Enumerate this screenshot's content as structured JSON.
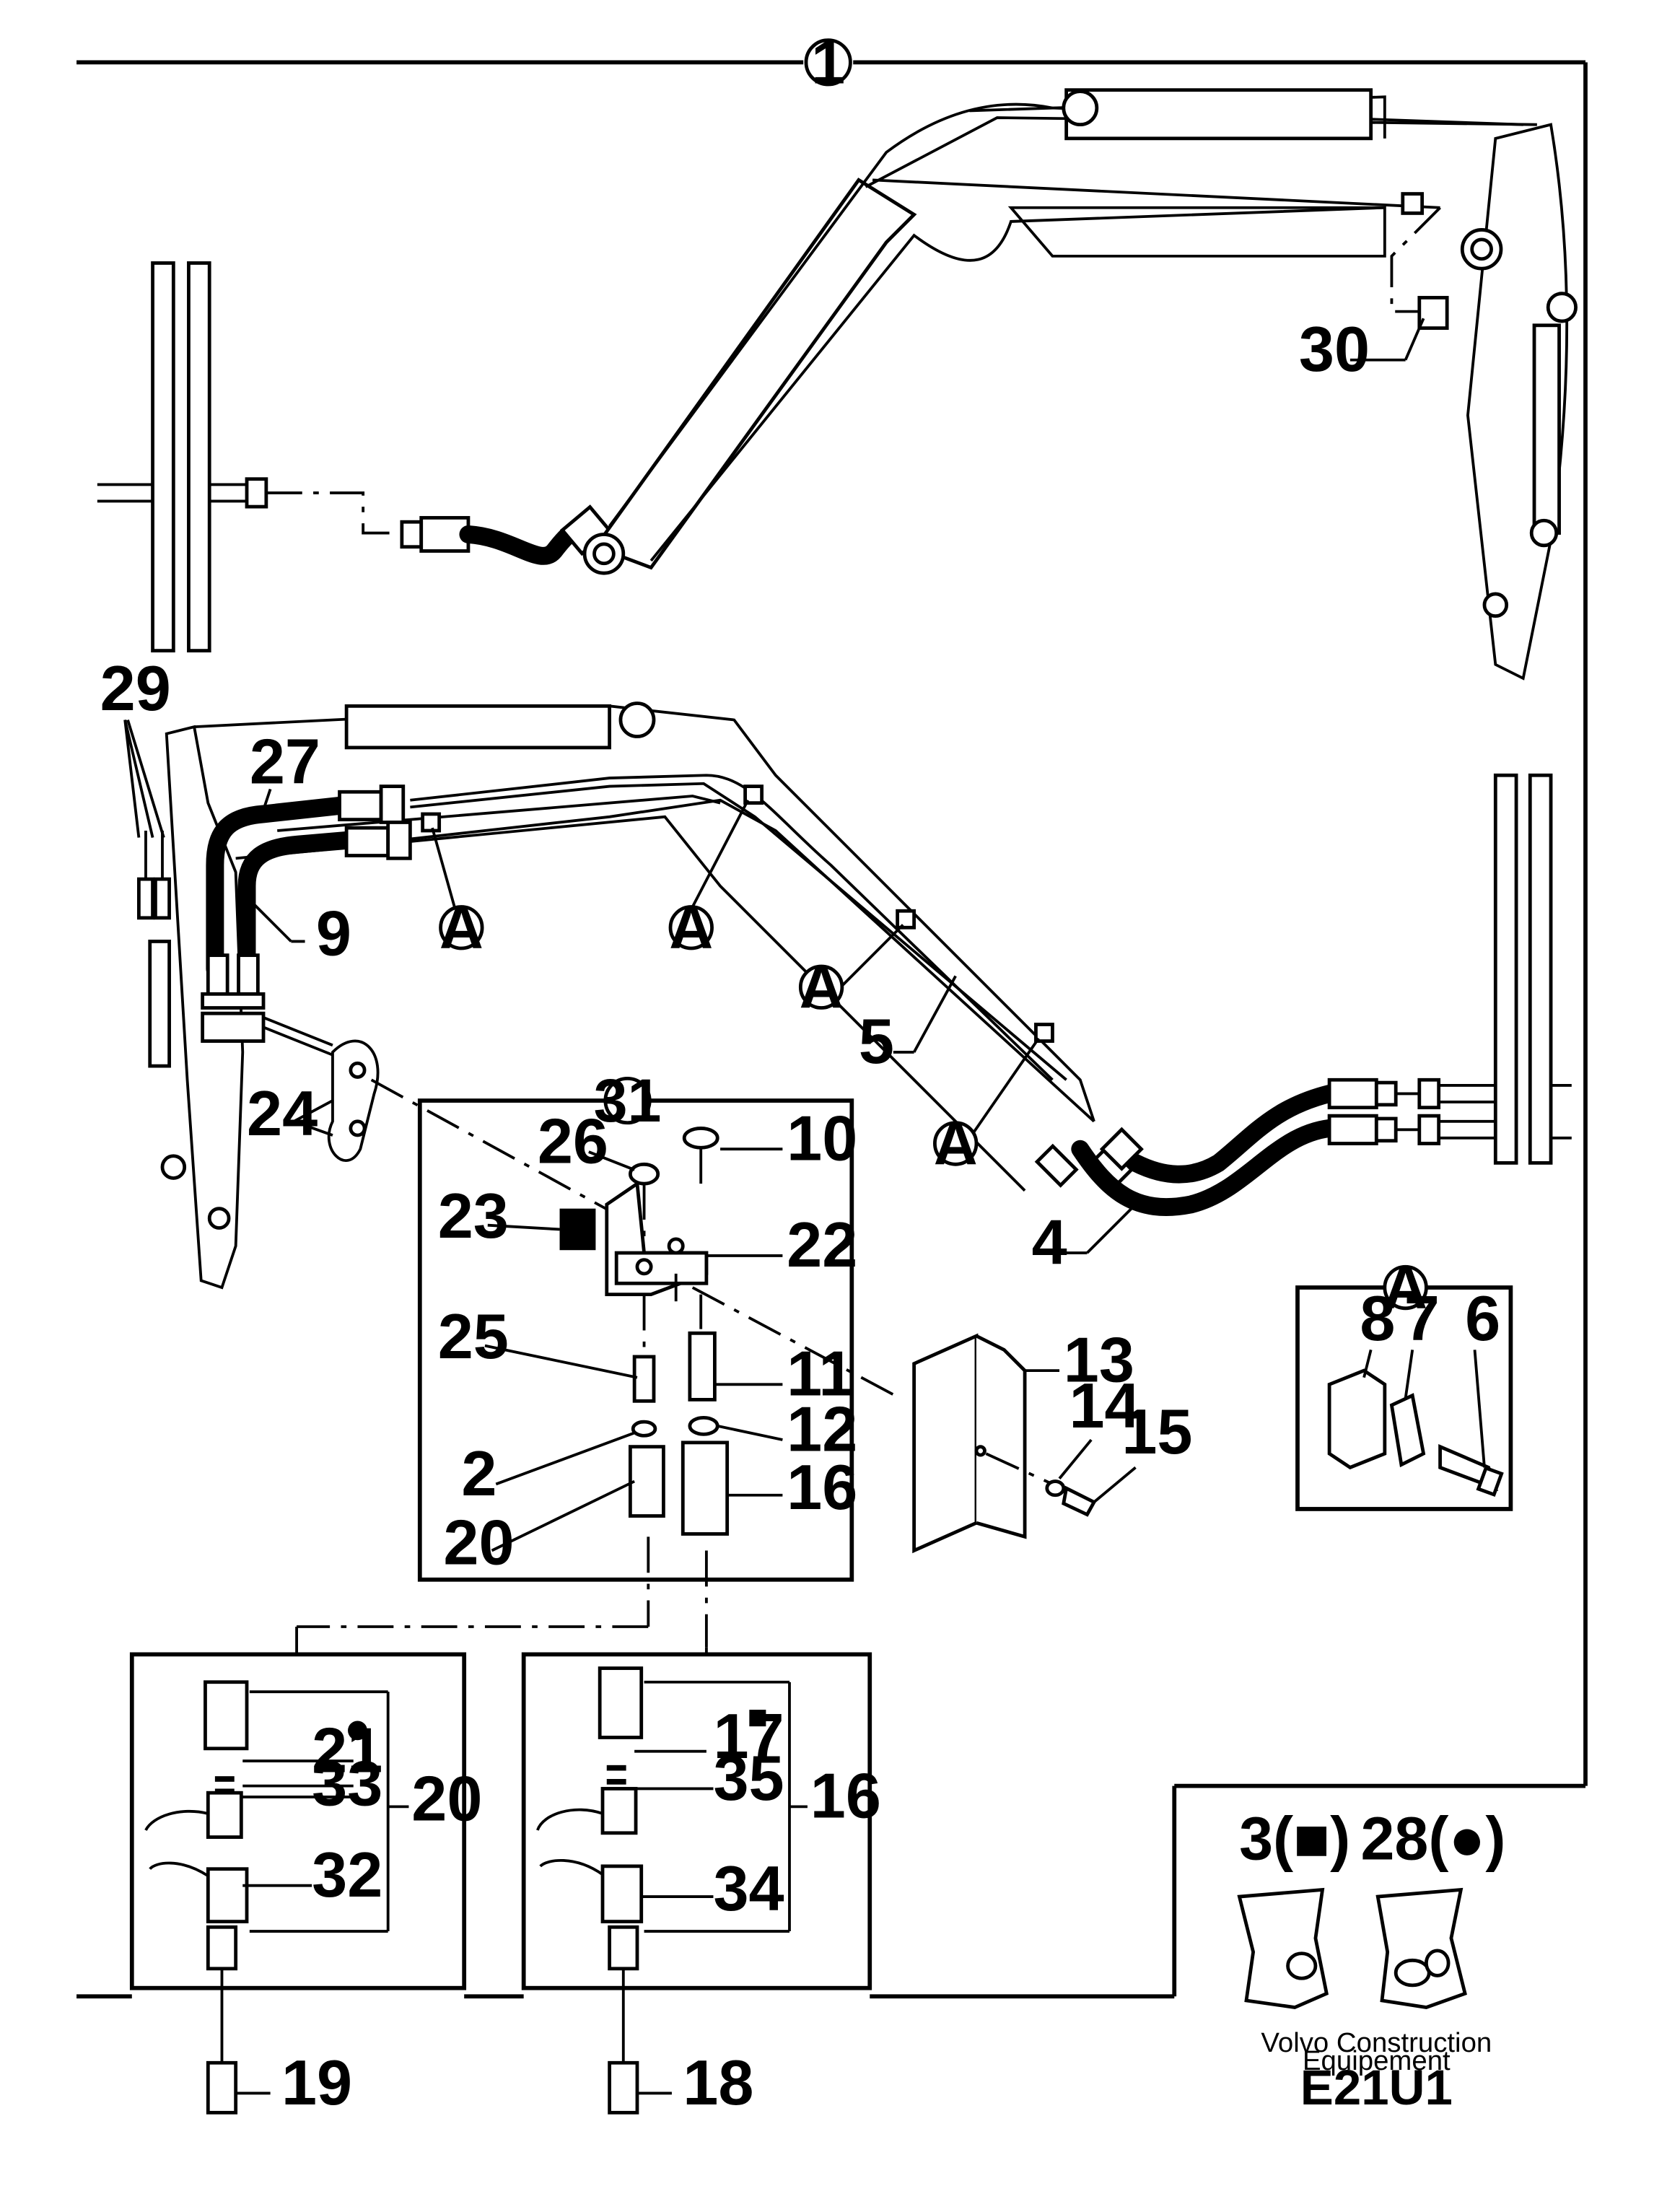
{
  "diagram": {
    "main_callout": "1",
    "sub_callout": "31",
    "detail_callout": "A",
    "part_labels": {
      "p2": "2",
      "p4": "4",
      "p5": "5",
      "p6": "6",
      "p7": "7",
      "p8": "8",
      "p9": "9",
      "p10": "10",
      "p11": "11",
      "p12": "12",
      "p13": "13",
      "p14": "14",
      "p15": "15",
      "p16": "16",
      "p16b": "16",
      "p17": "17",
      "p18": "18",
      "p19": "19",
      "p20": "20",
      "p20b": "20",
      "p21": "21",
      "p22": "22",
      "p23": "23",
      "p24": "24",
      "p25": "25",
      "p26": "26",
      "p27": "27",
      "p29": "29",
      "p30": "30",
      "p32": "32",
      "p33": "33",
      "p34": "34",
      "p35": "35"
    },
    "kits": {
      "kit3": "3(■)",
      "kit28": "28(●)"
    },
    "credit_line1": "Volvo Construction",
    "credit_line2": "Equipement",
    "drawing_code": "E21U1"
  }
}
